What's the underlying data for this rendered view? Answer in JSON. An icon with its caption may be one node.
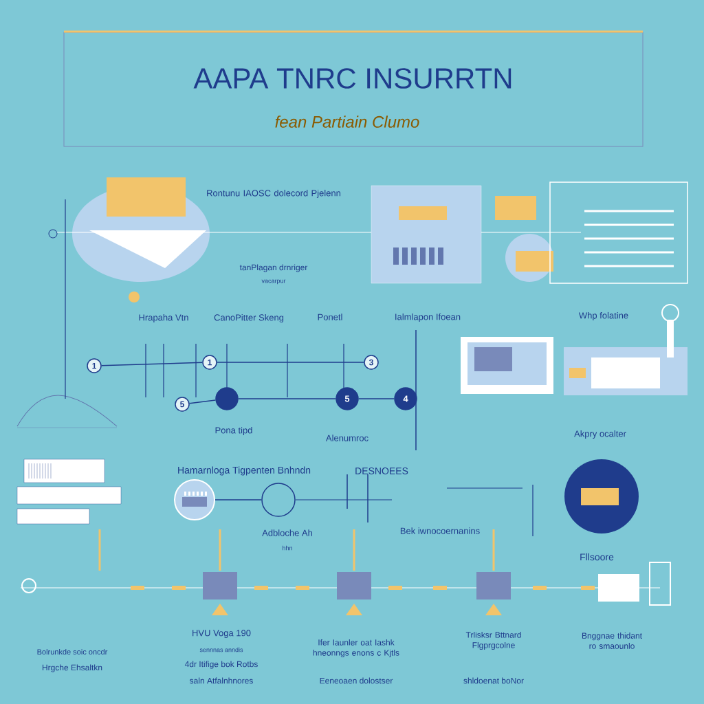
{
  "diagram": {
    "title": "AAPA TNRC INSURRTN",
    "nodes": [
      {
        "text": [
          "1"
        ]
      },
      {
        "text": [
          "1"
        ]
      },
      {
        "text": [
          "3"
        ]
      },
      {
        "text": [
          "5"
        ]
      },
      {
        "text": [],
        "shape": "circle"
      },
      {
        "text": [
          "5"
        ]
      },
      {
        "text": [
          "4"
        ]
      },
      {
        "text": [],
        "shape": "picture"
      },
      {
        "text": [],
        "shape": "circle"
      }
    ],
    "edges": [
      {
        "from": 0,
        "to": 1,
        "arrow": "none"
      },
      {
        "from": 1,
        "to": 2,
        "arrow": "none"
      },
      {
        "from": 3,
        "to": 4,
        "arrow": "none"
      },
      {
        "from": 4,
        "to": 5,
        "arrow": "none"
      },
      {
        "from": 5,
        "to": 6,
        "arrow": "none"
      },
      {
        "from": 7,
        "to": 8,
        "arrow": "none"
      }
    ],
    "labels": [
      "fean Partiain Clumo",
      "Rontunu IAOSC dolecord Pjelenn",
      "tanPlagan drnriger",
      "vacarpur",
      "Hrapaha Vtn",
      "CanoPitter Skeng",
      "Ponetl",
      "Ialmlapon Ifoean",
      "Whp folatine",
      "Pona tipd",
      "Alenumroc",
      "Akpry ocalter",
      "Hamarnloga Tigpenten Bnhndn",
      "DESNOEES",
      "Adbloche Ah",
      "hhn",
      "Bek iwnocoernanins",
      "Fllsoore",
      "Bolrunkde soic oncdr",
      "Hrgche Ehsaltkn",
      "HVU Voga 190",
      "sennnas anndis",
      "4dr Itifige bok Rotbs",
      "saln Atfalnhnores",
      "Ifer Iaunler oat Iashk hneonngs enons c Kjtls",
      "Eeneoaen dolostser",
      "Trlisksr Bttnard Flgprgcolne",
      "shldoenat boNor",
      "Bnggnae thidant ro smaounlo"
    ]
  }
}
